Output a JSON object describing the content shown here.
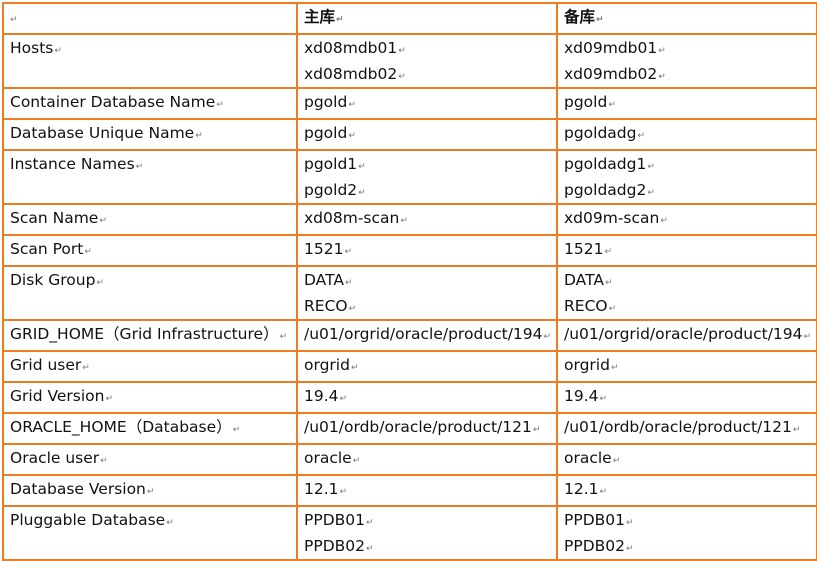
{
  "paragraph_mark": "↵",
  "header": {
    "c1": "",
    "c2": "主库",
    "c3": "备库"
  },
  "rows": [
    {
      "label": "Hosts",
      "primary": [
        "xd08mdb01",
        "xd08mdb02"
      ],
      "standby": [
        "xd09mdb01",
        "xd09mdb02"
      ]
    },
    {
      "label": "Container Database Name",
      "primary": [
        "pgold"
      ],
      "standby": [
        "pgold"
      ]
    },
    {
      "label": "Database Unique Name",
      "primary": [
        "pgold"
      ],
      "standby": [
        "pgoldadg"
      ]
    },
    {
      "label": "Instance Names",
      "primary": [
        "pgold1",
        "pgold2"
      ],
      "standby": [
        "pgoldadg1",
        "pgoldadg2"
      ]
    },
    {
      "label": "Scan Name",
      "primary": [
        "xd08m-scan"
      ],
      "standby": [
        "xd09m-scan"
      ]
    },
    {
      "label": "Scan Port",
      "primary": [
        "1521"
      ],
      "standby": [
        "1521"
      ]
    },
    {
      "label": "Disk Group",
      "primary": [
        "DATA",
        "RECO"
      ],
      "standby": [
        "DATA",
        "RECO"
      ]
    },
    {
      "label": "GRID_HOME（Grid Infrastructure）",
      "primary": [
        "/u01/orgrid/oracle/product/194"
      ],
      "standby": [
        "/u01/orgrid/oracle/product/194"
      ]
    },
    {
      "label": "Grid user",
      "primary": [
        "orgrid"
      ],
      "standby": [
        "orgrid"
      ]
    },
    {
      "label": "Grid Version",
      "primary": [
        "19.4"
      ],
      "standby": [
        "19.4"
      ]
    },
    {
      "label": "ORACLE_HOME（Database）",
      "primary": [
        "/u01/ordb/oracle/product/121"
      ],
      "standby": [
        "/u01/ordb/oracle/product/121"
      ]
    },
    {
      "label": "Oracle user",
      "primary": [
        "oracle"
      ],
      "standby": [
        "oracle"
      ]
    },
    {
      "label": "Database Version",
      "primary": [
        "12.1"
      ],
      "standby": [
        "12.1"
      ]
    },
    {
      "label": "Pluggable Database",
      "primary": [
        "PPDB01",
        "PPDB02"
      ],
      "standby": [
        "PPDB01",
        "PPDB02"
      ]
    }
  ]
}
